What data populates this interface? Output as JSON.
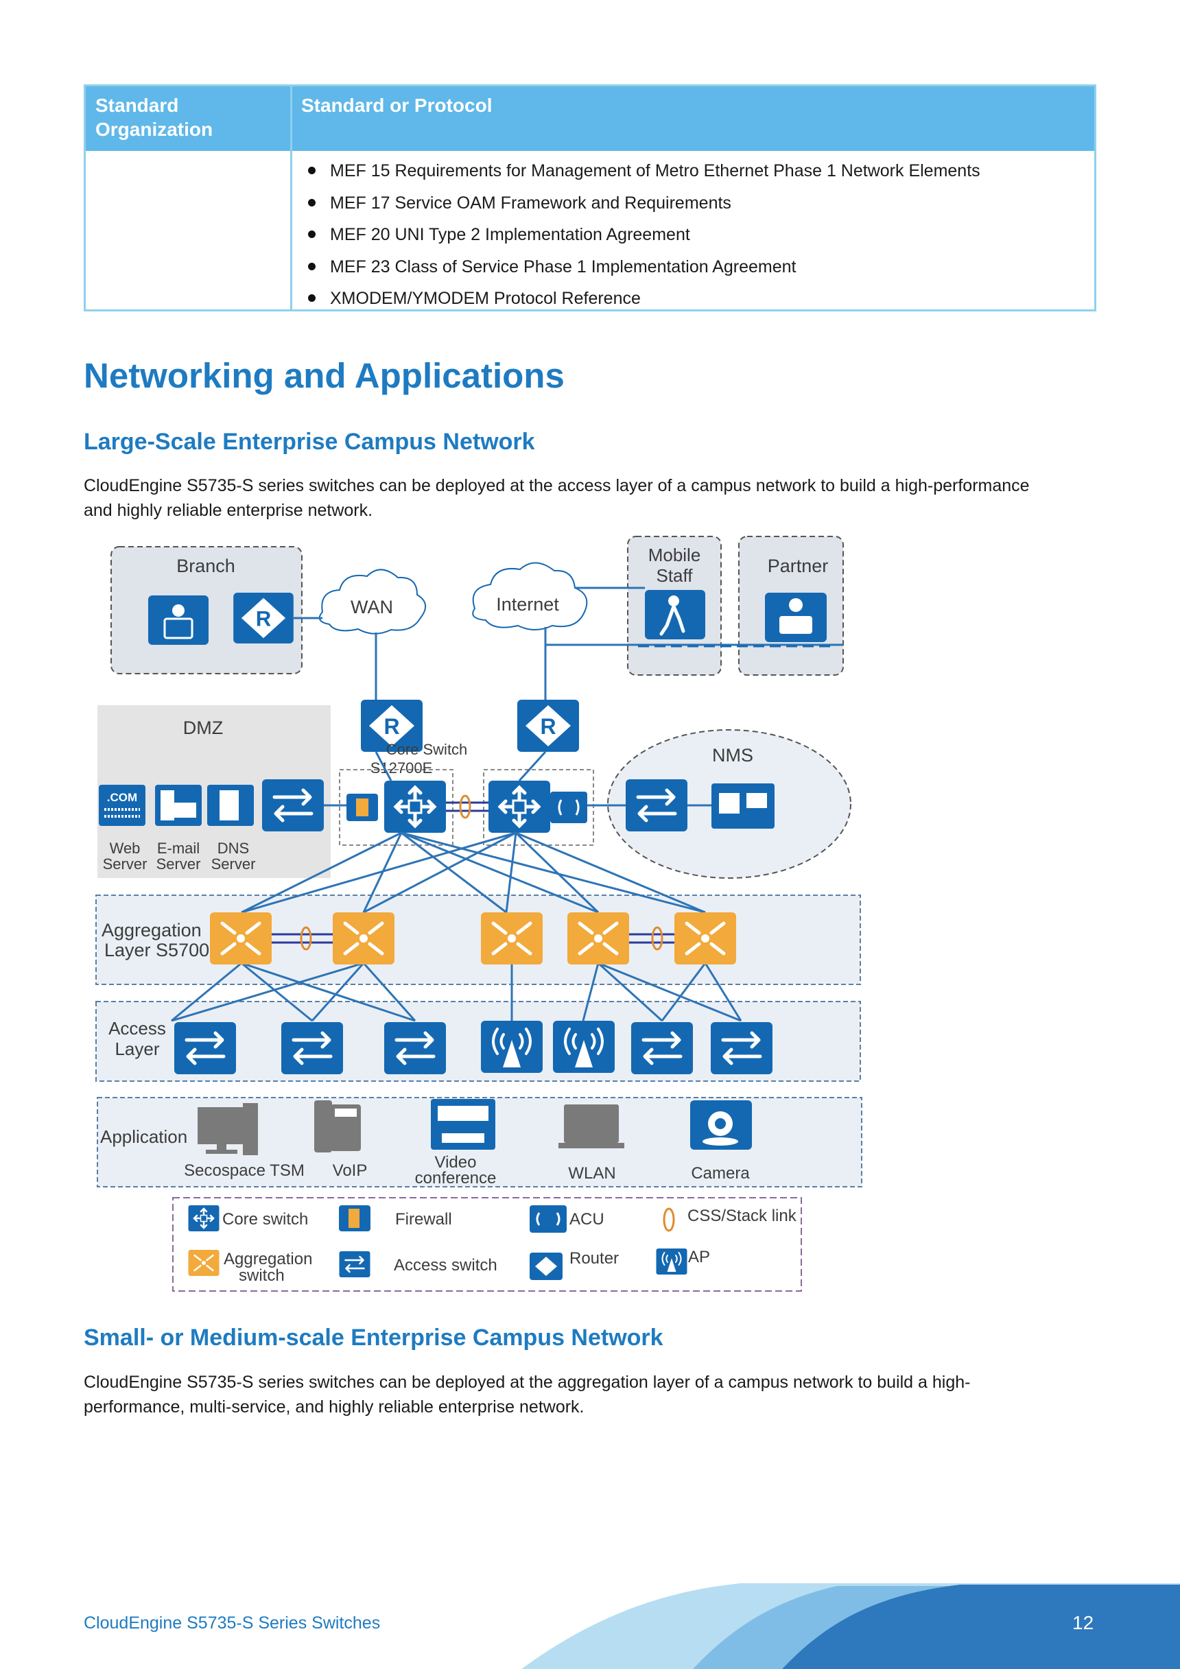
{
  "table": {
    "headers": [
      "Standard Organization",
      "Standard or Protocol"
    ],
    "header_lines": [
      "Standard",
      "Organization"
    ],
    "items": [
      "MEF 15 Requirements for Management of Metro Ethernet Phase 1 Network Elements",
      "MEF 17 Service OAM Framework and Requirements",
      "MEF 20 UNI Type 2 Implementation Agreement",
      "MEF 23 Class of Service Phase 1 Implementation Agreement",
      "XMODEM/YMODEM Protocol Reference"
    ]
  },
  "section_title": "Networking and Applications",
  "large": {
    "title": "Large-Scale Enterprise Campus Network",
    "lines": [
      "CloudEngine S5735-S series switches can be deployed at the access layer of a campus network to build a high-performance",
      "and highly reliable enterprise network."
    ]
  },
  "diagram": {
    "branch": "Branch",
    "wan": "WAN",
    "internet": "Internet",
    "mobile_1": "Mobile",
    "mobile_2": "Staff",
    "partner": "Partner",
    "dmz": "DMZ",
    "core_1": "Core Switch",
    "core_2": "S12700E",
    "nms": "NMS",
    "web_1": "Web",
    "web_2": "Server",
    "email_1": "E-mail",
    "email_2": "Server",
    "dns_1": "DNS",
    "dns_2": "Server",
    "agg_1": "Aggregation",
    "agg_2": "Layer S5700",
    "access_1": "Access",
    "access_2": "Layer",
    "application": "Application",
    "tsm": "Secospace TSM",
    "voip": "VoIP",
    "video_1": "Video",
    "video_2": "conference",
    "wlan": "WLAN",
    "camera": "Camera",
    "com": ".COM",
    "legend": {
      "core": "Core switch",
      "firewall": "Firewall",
      "acu": "ACU",
      "css": "CSS/Stack link",
      "agg_1": "Aggregation",
      "agg_2": "switch",
      "access": "Access switch",
      "router": "Router",
      "ap": "AP"
    },
    "colors": {
      "blue": "#1468b2",
      "orange": "#f2aa3c",
      "line": "#2d74b6",
      "panel": "#eaeff5",
      "dmz": "#e4e4e4"
    }
  },
  "small": {
    "title": "Small- or Medium-scale Enterprise Campus Network",
    "lines": [
      "CloudEngine S5735-S series switches can be deployed at the aggregation layer of a campus network to build a high-",
      "performance, multi-service, and highly reliable enterprise network."
    ]
  },
  "footer": {
    "title": "CloudEngine S5735-S Series Switches",
    "page": "12"
  }
}
